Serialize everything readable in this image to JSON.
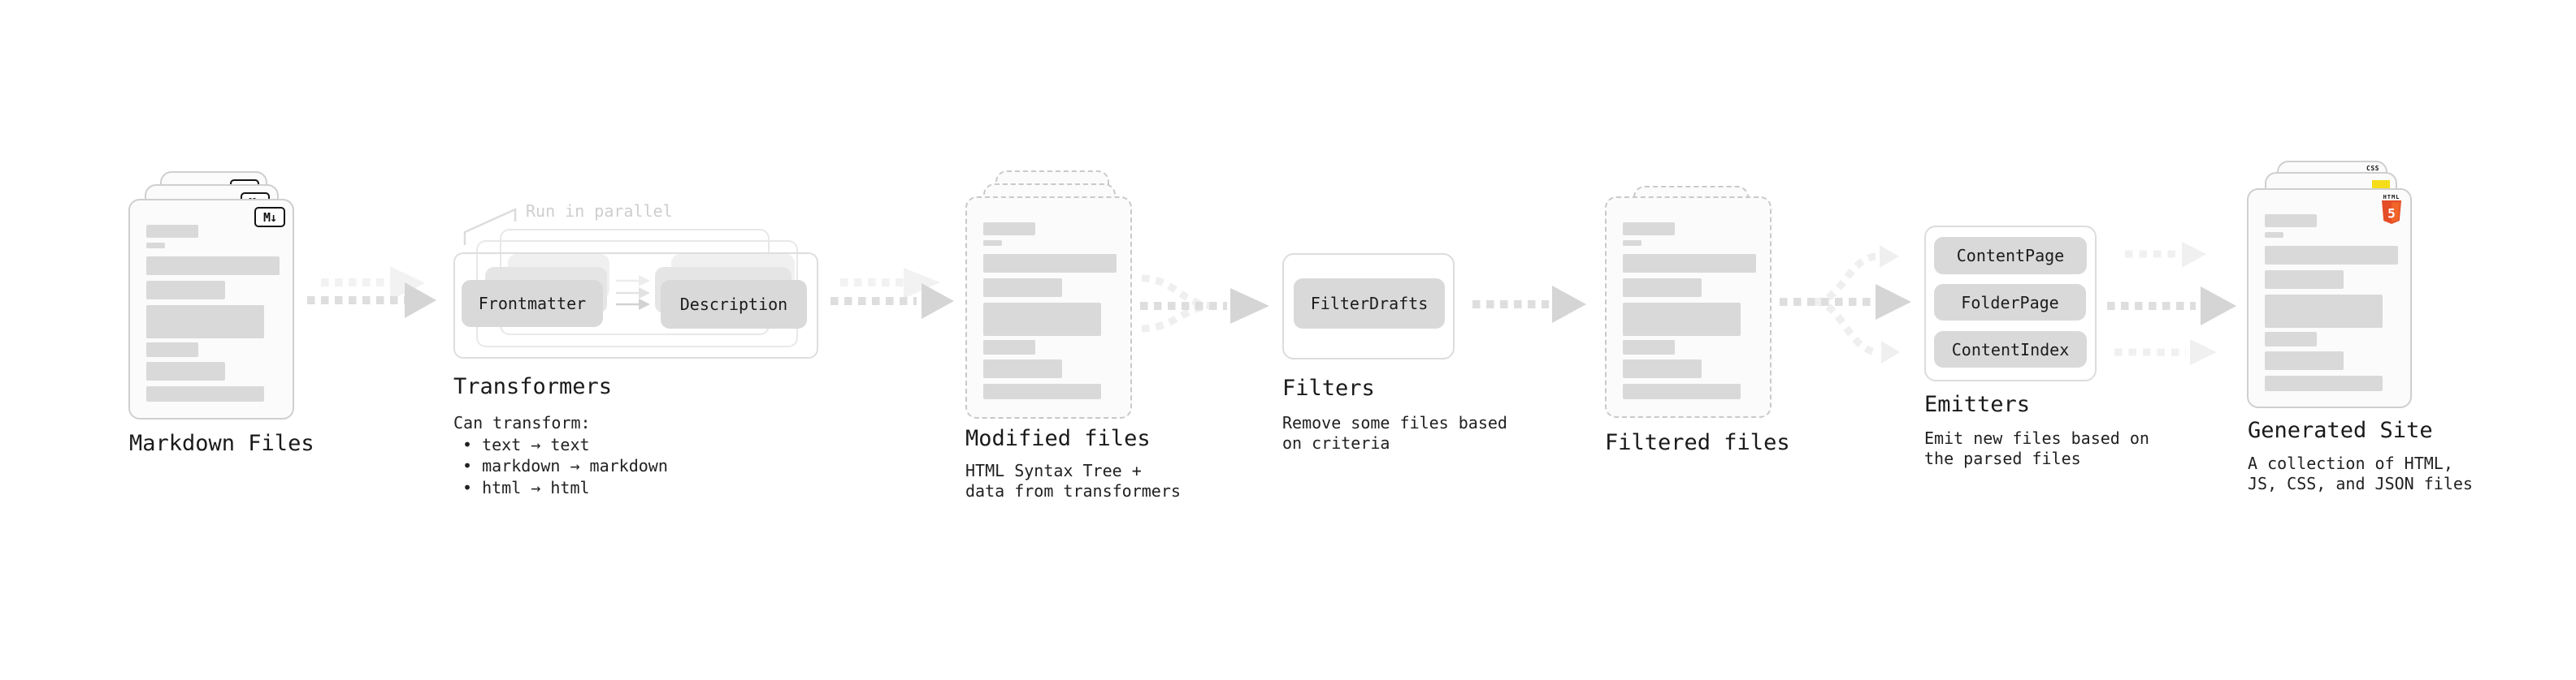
{
  "nodes": {
    "markdown_files": {
      "label": "Markdown Files",
      "file_badge": "M↓"
    },
    "transformers": {
      "label": "Transformers",
      "annotation": "Run in parallel",
      "chips": [
        "Frontmatter",
        "Description"
      ],
      "notes": [
        "Can transform:",
        "• text → text",
        "• markdown → markdown",
        "• html → html"
      ]
    },
    "modified_files": {
      "label": "Modified files",
      "notes": [
        "HTML Syntax Tree +",
        "data from transformers"
      ]
    },
    "filters": {
      "label": "Filters",
      "chips": [
        "FilterDrafts"
      ],
      "notes": [
        "Remove some files based",
        "on criteria"
      ]
    },
    "filtered_files": {
      "label": "Filtered files"
    },
    "emitters": {
      "label": "Emitters",
      "chips": [
        "ContentPage",
        "FolderPage",
        "ContentIndex"
      ],
      "notes": [
        "Emit new files based on",
        "the parsed files"
      ]
    },
    "generated_site": {
      "label": "Generated Site",
      "notes": [
        "A collection of HTML,",
        "JS, CSS, and JSON files"
      ],
      "badges": {
        "css_wordmark": "CSS",
        "html5_wordmark": "HTML",
        "html5_number": "5"
      }
    }
  },
  "colors": {
    "html5_shield_dark": "#e44d26",
    "html5_shield_light": "#f16529",
    "js_yellow": "#f5de19",
    "css_blue": "#2862e9",
    "placeholder_gray": "#d9d9d9"
  }
}
